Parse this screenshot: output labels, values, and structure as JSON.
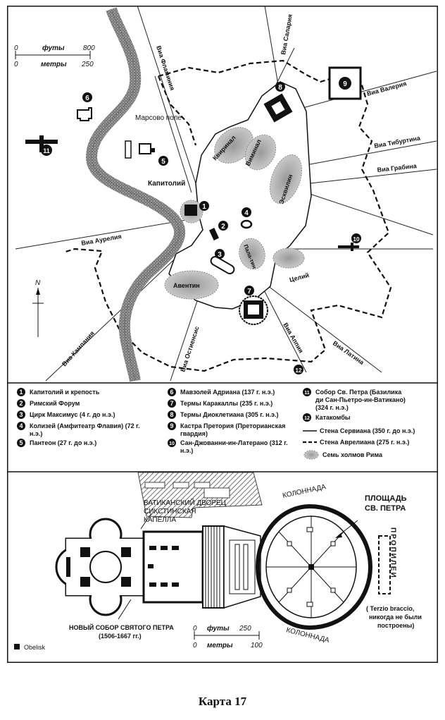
{
  "map": {
    "scale": {
      "feet_label": "футы",
      "feet_0": "0",
      "feet_max": "800",
      "meters_label": "метры",
      "meters_0": "0",
      "meters_max": "250"
    },
    "north": "N",
    "roads": {
      "salaria": "Виа Салария",
      "flaminia": "Виа Фламиния",
      "valeria": "Виа Валерия",
      "tiburtina": "Виа Тибуртина",
      "grabina": "Виа Грабина",
      "aurelia": "Виа Аурелия",
      "campania": "Виа Кампания",
      "ostiensis": "Виа Остиенсис",
      "appia": "Виа Аппия",
      "latina": "Виа Латина"
    },
    "hills": {
      "quirinal": "Квиринал",
      "viminal": "Виминал",
      "esquilin": "Эсквилин",
      "palatin": "Пала-тин",
      "aventin": "Авентин",
      "celii": "Целий"
    },
    "places": {
      "capitol": "Капитолий",
      "campus": "Марсово поле"
    }
  },
  "legend": {
    "items": [
      {
        "num": "1",
        "text": "Капитолий и крепость"
      },
      {
        "num": "2",
        "text": "Римский Форум"
      },
      {
        "num": "3",
        "text": "Цирк Максимус (4 г. до н.э.)"
      },
      {
        "num": "4",
        "text": "Колизей (Амфитеатр Флавия) (72 г. н.э.)"
      },
      {
        "num": "5",
        "text": "Пантеон (27 г. до н.э.)"
      },
      {
        "num": "6",
        "text": "Мавзолей Адриана (137 г. н.э.)"
      },
      {
        "num": "7",
        "text": "Термы Каракаллы (235 г. н.э.)"
      },
      {
        "num": "8",
        "text": "Термы Диоклетиана (305 г. н.э.)"
      },
      {
        "num": "9",
        "text": "Кастра Претория (Преторианская гвардия)"
      },
      {
        "num": "10",
        "text": "Сан-Джованни-ин-Латерано (312 г. н.э.)"
      },
      {
        "num": "11",
        "text": "Собор Св. Петра (Базилика ди Сан-Пьетро-ин-Ватикано) (324 г. н.э.)"
      },
      {
        "num": "12",
        "text": "Катакомбы"
      }
    ],
    "servian_wall": "Стена Сервиана (350 г. до н.э.)",
    "aurelian_wall": "Стена Аврелиана (275 г. н.э.)",
    "seven_hills": "Семь холмов Рима"
  },
  "plan": {
    "vatican_palace": "ВАТИКАНСКИЙ ДВОРЕЦ",
    "sistine_1": "СИКСТИНСКАЯ",
    "sistine_2": "КАПЕЛЛА",
    "colonnade": "КОЛОННАДА",
    "square_1": "ПЛОЩАДЬ",
    "square_2": "СВ. ПЕТРА",
    "propylaea": "ПРОПИЛЕИ",
    "note_1": "( Terzio braccio,",
    "note_2": "никогда не были",
    "note_3": "построены)",
    "new_cathedral_1": "НОВЫЙ СОБОР СВЯТОГО ПЕТРА",
    "new_cathedral_2": "(1506-1667 гг.)",
    "obelisk": "Obelisk",
    "scale": {
      "feet_label": "футы",
      "feet_0": "0",
      "feet_max": "250",
      "meters_label": "метры",
      "meters_0": "0",
      "meters_max": "100"
    }
  },
  "caption": "Карта 17"
}
